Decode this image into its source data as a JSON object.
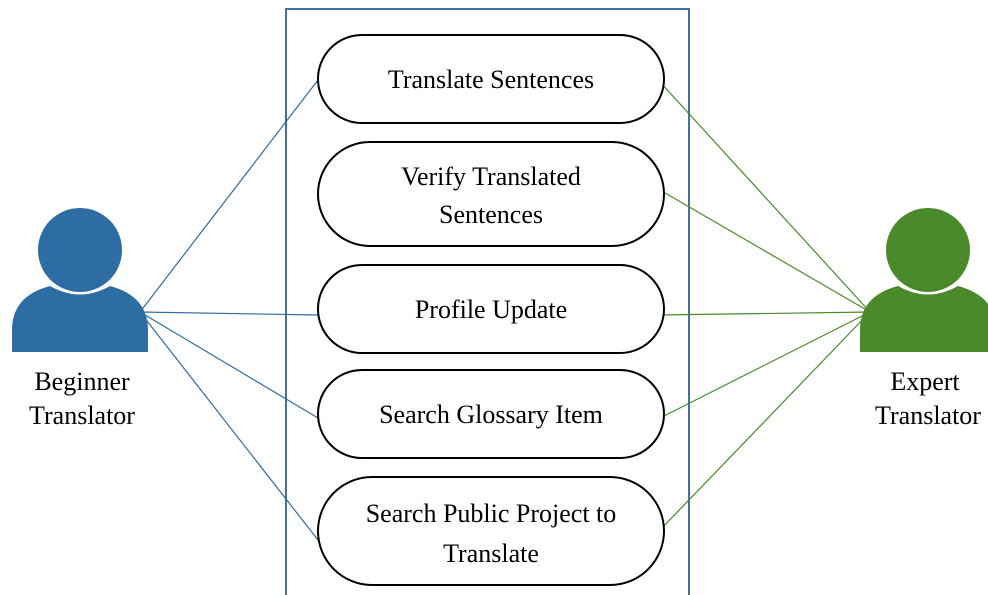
{
  "actors": {
    "beginner": {
      "label_line1": "Beginner",
      "label_line2": "Translator",
      "color": "#2e6ca4"
    },
    "expert": {
      "label_line1": "Expert",
      "label_line2": "Translator",
      "color": "#4a8a2a"
    }
  },
  "use_cases": [
    {
      "id": "translate-sentences",
      "lines": [
        "Translate Sentences"
      ]
    },
    {
      "id": "verify-translated-sentences",
      "lines": [
        "Verify Translated",
        "Sentences"
      ]
    },
    {
      "id": "profile-update",
      "lines": [
        "Profile Update"
      ]
    },
    {
      "id": "search-glossary-item",
      "lines": [
        "Search Glossary Item"
      ]
    },
    {
      "id": "search-public-project",
      "lines": [
        "Search Public Project to",
        "Translate"
      ]
    }
  ],
  "colors": {
    "boundary": "#41719c",
    "beginner_lines": "#2e6ca4",
    "expert_lines": "#4a8a2a"
  }
}
